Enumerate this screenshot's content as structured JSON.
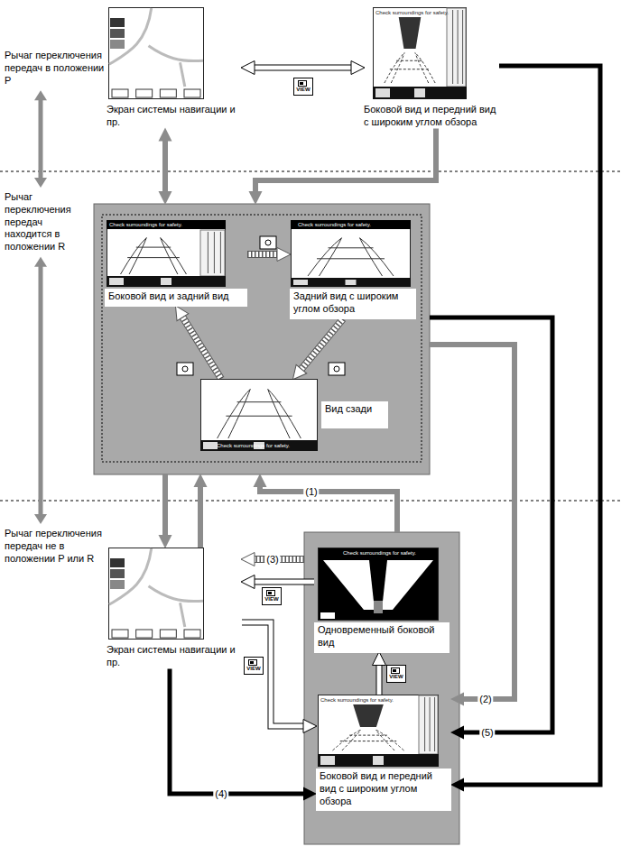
{
  "diagram": {
    "nodes": [
      {
        "text": [
          "Экран системы навигации и пр."
        ]
      },
      {
        "text": [
          "Боковой вид и передний вид с широким углом обзора"
        ]
      },
      {
        "text": []
      },
      {
        "text": [
          "Боковой вид и задний вид"
        ],
        "in": 2
      },
      {
        "text": [
          "Задний вид с широким углом обзора"
        ],
        "in": 2
      },
      {
        "text": [
          "Вид сзади"
        ],
        "in": 2
      },
      {
        "text": [
          "Экран системы навигации и пр."
        ]
      },
      {
        "text": []
      },
      {
        "text": [
          "Одновременный боковой вид"
        ],
        "in": 7
      },
      {
        "text": [
          "Боковой вид и передний вид с широким углом обзора"
        ],
        "in": 7
      }
    ],
    "edges": [
      {
        "from": 0,
        "to": 1,
        "arrow": "both"
      },
      {
        "from": 0,
        "to": 2,
        "arrow": "both"
      },
      {
        "from": 1,
        "to": 2,
        "arrow": "to"
      },
      {
        "from": 3,
        "to": 4,
        "arrow": "to"
      },
      {
        "from": 4,
        "to": 5,
        "arrow": "to"
      },
      {
        "from": 5,
        "to": 3,
        "arrow": "to"
      },
      {
        "from": 2,
        "to": 6,
        "arrow": "to"
      },
      {
        "from": 6,
        "to": 2,
        "arrow": "to"
      },
      {
        "from": 7,
        "to": 2,
        "arrow": "to",
        "label": "(1)"
      },
      {
        "from": 7,
        "to": 6,
        "arrow": "to",
        "label": "(3)"
      },
      {
        "from": 8,
        "to": 6,
        "arrow": "to"
      },
      {
        "from": 6,
        "to": 9,
        "arrow": "to"
      },
      {
        "from": 9,
        "to": 8,
        "arrow": "to"
      },
      {
        "from": 2,
        "to": 9,
        "arrow": "to",
        "label": "(2)"
      },
      {
        "from": 2,
        "to": 9,
        "arrow": "to",
        "label": "(5)"
      },
      {
        "from": 1,
        "to": 9,
        "arrow": "to"
      },
      {
        "from": 6,
        "to": 9,
        "arrow": "to",
        "label": "(4)"
      }
    ],
    "labels": [
      "Рычаг переключения передач в положении P",
      "Рычаг переключения передач находится в положении R",
      "Рычаг переключения передач не в положении P или R",
      "VIEW",
      "Check surroundings for safety.",
      "Check surroundings for safety.",
      "Check surroundings for safety.",
      "Check surroundings for safety.",
      "Check surroundings for safety.",
      "Check surroundings for safety.",
      "VIEW",
      "VIEW",
      "VIEW"
    ]
  }
}
